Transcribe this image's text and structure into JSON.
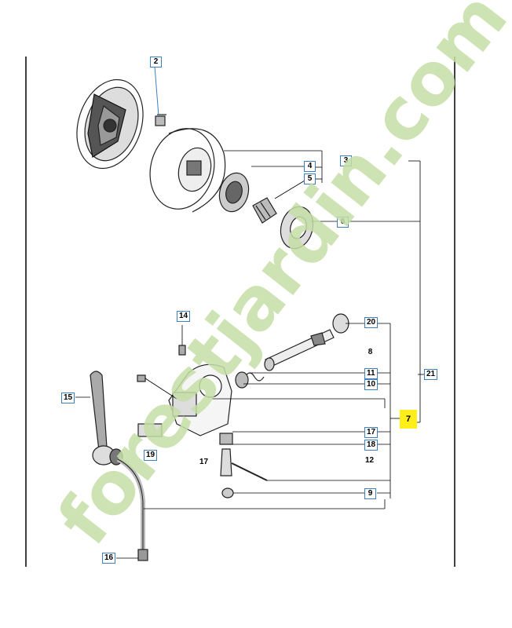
{
  "labels": {
    "l2": "2",
    "l3": "3",
    "l4": "4",
    "l5": "5",
    "l6": "6",
    "l7": "7",
    "l8": "8",
    "l9": "9",
    "l10": "10",
    "l11": "11",
    "l12": "12",
    "l14": "14",
    "l15": "15",
    "l16": "16",
    "l17a": "17",
    "l17b": "17",
    "l18": "18",
    "l19": "19",
    "l20": "20",
    "l21": "21"
  },
  "watermark": {
    "text": "forestjardin.com",
    "colors": {
      "green": "#c6dfa6",
      "orange": "#f5b163",
      "gray": "#cfc6b8"
    }
  },
  "colors": {
    "label_border": "#3e7fc0",
    "highlight": "#ffee1a",
    "line": "#000000"
  }
}
